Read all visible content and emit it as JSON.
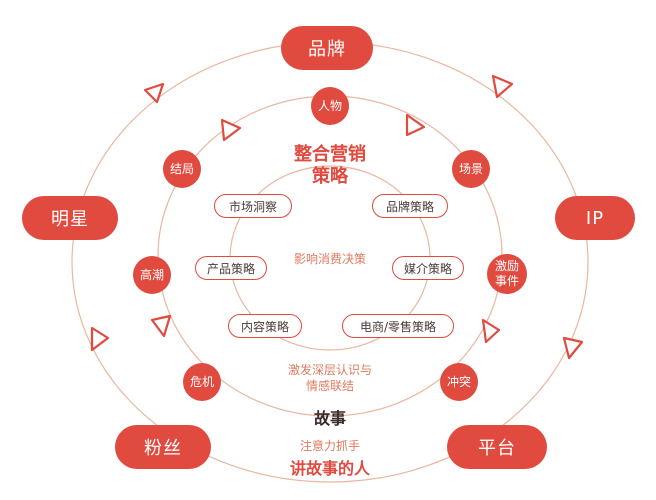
{
  "outer_labels": {
    "top": "品牌",
    "left": "明星",
    "right": "IP",
    "bottom_left": "粉丝",
    "bottom_right": "平台"
  },
  "middle_nodes": {
    "person": "人物",
    "scene": "场景",
    "ending": "结局",
    "climax": "高潮",
    "incentive": "激励事件",
    "crisis": "危机",
    "conflict": "冲突"
  },
  "inner": {
    "title_line1": "整合营销",
    "title_line2": "策略",
    "center_text": "影响消费决策",
    "strategies": [
      "市场洞察",
      "品牌策略",
      "产品策略",
      "媒介策略",
      "内容策略",
      "电商/零售策略"
    ]
  },
  "bottom_texts": {
    "emotion_line1": "激发深层认识与",
    "emotion_line2": "情感联结",
    "story": "故事",
    "attention": "注意力抓手",
    "storyteller": "讲故事的人"
  },
  "colors": {
    "accent": "#e04a3f",
    "ring": "#e9b79f",
    "dark_text": "#3a2a28"
  }
}
